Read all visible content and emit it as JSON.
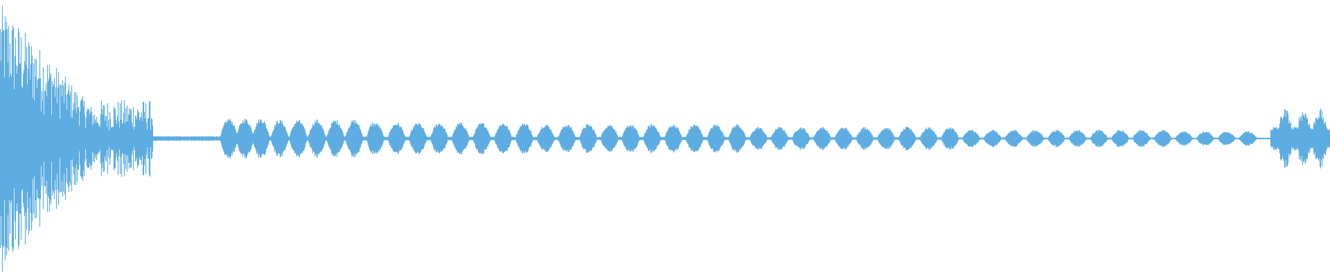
{
  "waveform": {
    "color": "#5DADE2",
    "background": "#ffffff",
    "segments": [
      {
        "start": 0.0,
        "end": 0.075,
        "peak": 0.98
      },
      {
        "start": 0.075,
        "end": 0.115,
        "peak": 0.28
      },
      {
        "start": 0.115,
        "end": 0.2,
        "peak": 0.14
      },
      {
        "start": 0.2,
        "end": 0.28,
        "peak": 0.13
      },
      {
        "start": 0.28,
        "end": 0.4,
        "peak": 0.11
      },
      {
        "start": 0.4,
        "end": 0.56,
        "peak": 0.1
      },
      {
        "start": 0.56,
        "end": 0.72,
        "peak": 0.08
      },
      {
        "start": 0.72,
        "end": 0.88,
        "peak": 0.06
      },
      {
        "start": 0.88,
        "end": 0.955,
        "peak": 0.05
      },
      {
        "start": 0.955,
        "end": 1.0,
        "peak": 0.22
      }
    ],
    "syllable_centers": [
      0.172,
      0.184,
      0.196,
      0.21,
      0.224,
      0.238,
      0.252,
      0.266,
      0.282,
      0.298,
      0.314,
      0.33,
      0.346,
      0.362,
      0.378,
      0.394,
      0.41,
      0.426,
      0.442,
      0.458,
      0.474,
      0.49,
      0.506,
      0.522,
      0.538,
      0.554,
      0.57,
      0.586,
      0.602,
      0.618,
      0.634,
      0.65,
      0.666,
      0.682,
      0.698,
      0.714,
      0.73,
      0.746,
      0.762,
      0.778,
      0.794,
      0.81,
      0.826,
      0.842,
      0.858,
      0.874,
      0.89,
      0.906,
      0.922,
      0.938,
      0.966,
      0.98,
      0.992
    ]
  }
}
